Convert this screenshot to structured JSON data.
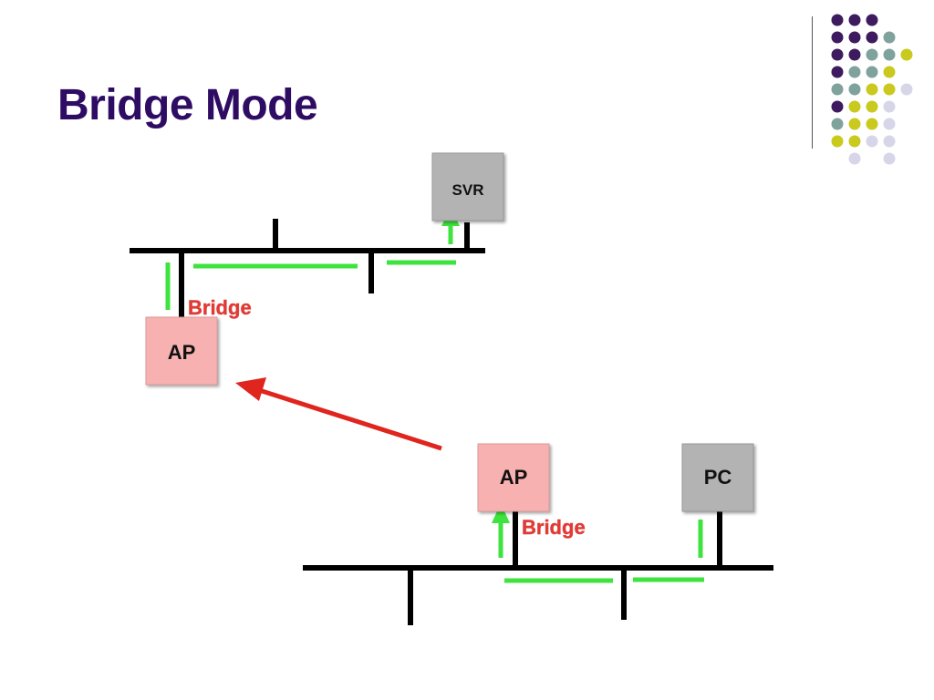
{
  "slide": {
    "title": "Bridge Mode"
  },
  "decoration": {
    "dot_colors": {
      "purple": "#3d1b5e",
      "teal": "#7fa29c",
      "yellow": "#c9c91e",
      "lavender": "#d7d6e8"
    }
  },
  "diagram": {
    "colors": {
      "wire": "#000000",
      "green_flow": "#3ee33e",
      "red_arrow": "#e0241e",
      "ap_fill": "#f7b1b0",
      "device_fill": "#b3b3b3",
      "bridge_label": "#e03b36"
    },
    "top_network": {
      "server_label": "SVR",
      "ap_label": "AP",
      "bridge_label": "Bridge"
    },
    "bottom_network": {
      "ap_label": "AP",
      "pc_label": "PC",
      "bridge_label": "Bridge"
    }
  }
}
